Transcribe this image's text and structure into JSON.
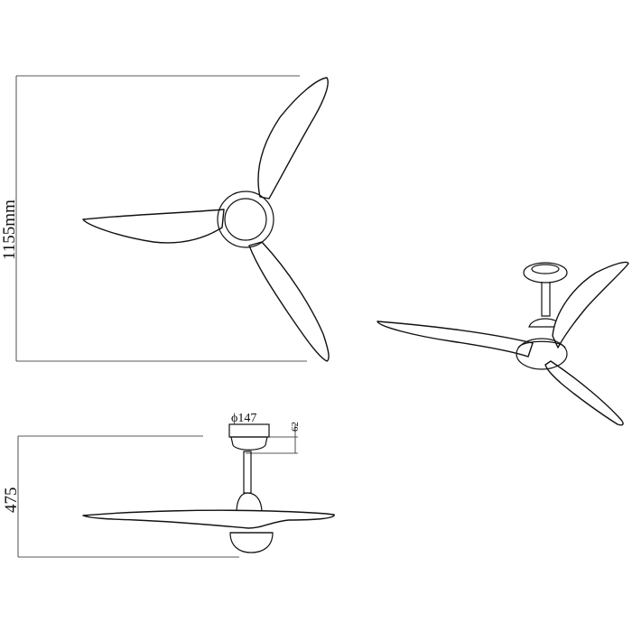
{
  "drawing": {
    "top_view": {
      "span_label": "1155mm"
    },
    "side_view": {
      "height_label": "475",
      "canopy_diameter_label": "ϕ147",
      "canopy_height_label": "62"
    },
    "stroke_color": "#111111",
    "background_color": "#ffffff"
  }
}
